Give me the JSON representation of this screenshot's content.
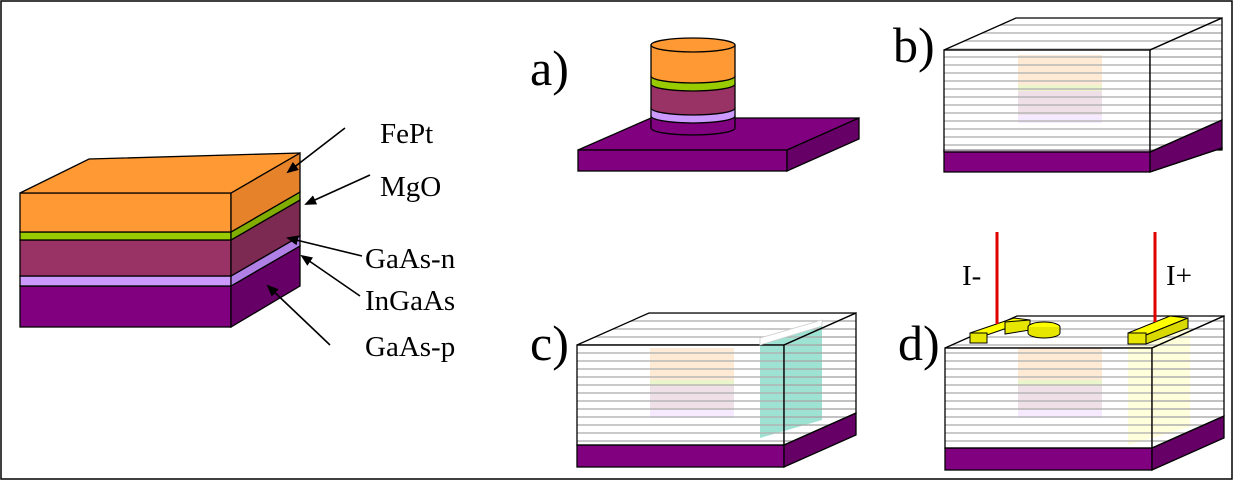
{
  "layers": {
    "fept": "FePt",
    "mgo": "MgO",
    "gaas_n": "GaAs-n",
    "ingaas": "InGaAs",
    "gaas_p": "GaAs-p"
  },
  "panels": {
    "a": "a)",
    "b": "b)",
    "c": "c)",
    "d": "d)"
  },
  "contacts": {
    "minus": "I-",
    "plus": "I+"
  },
  "colors": {
    "fept": "#FF9933",
    "mgo": "#99CC00",
    "gaas_n": "#993366",
    "ingaas": "#CC99FF",
    "gaas_p": "#800080",
    "insulator_line": "#b3b3b3",
    "etch_trench": "#00B38C",
    "gold_contact": "#FFFF00",
    "current_lead": "#E00000"
  }
}
